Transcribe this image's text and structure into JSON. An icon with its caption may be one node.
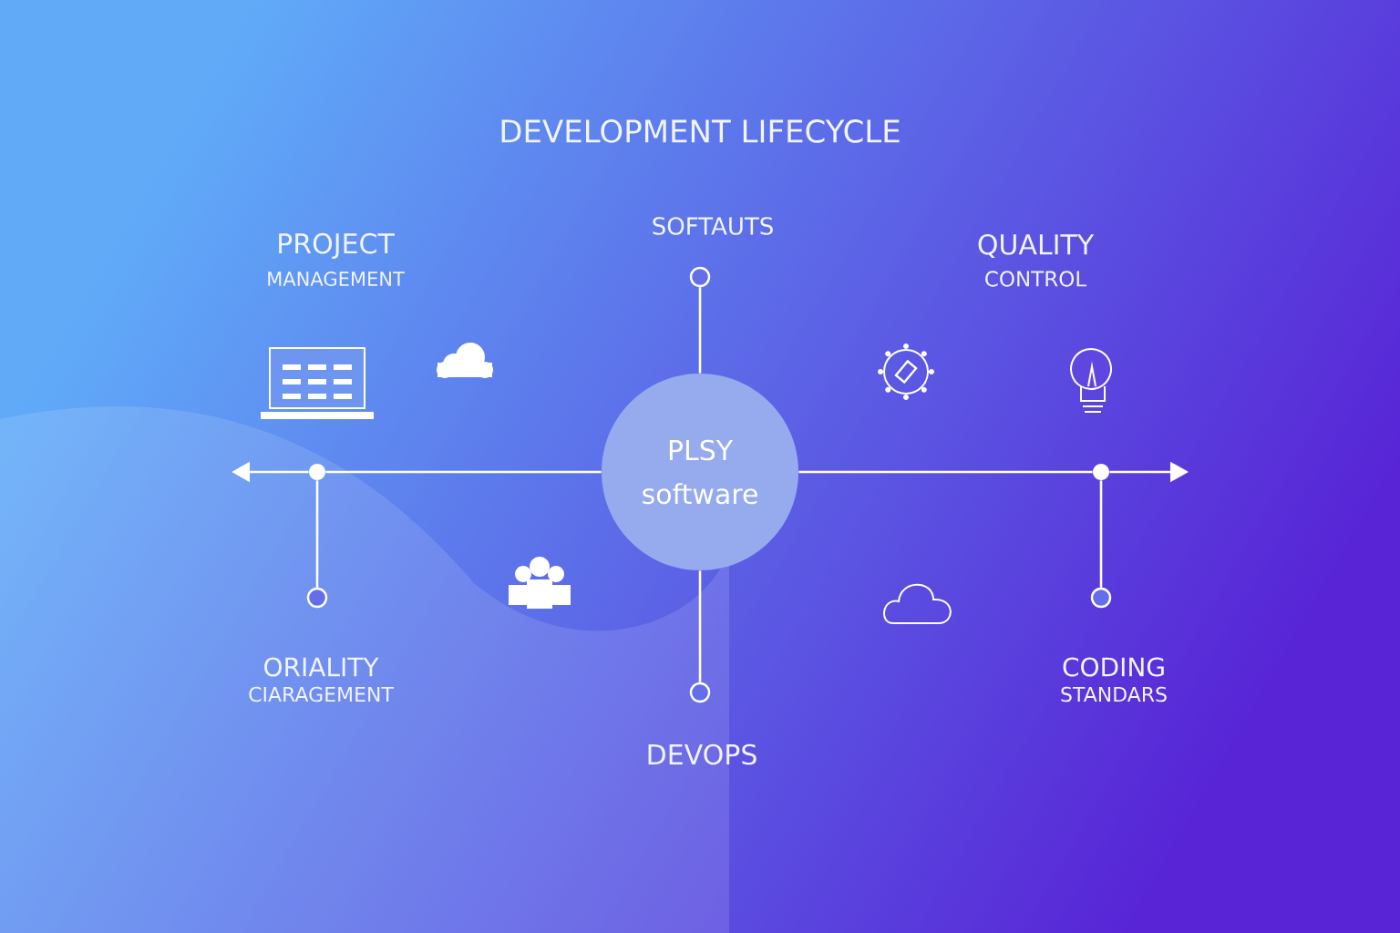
{
  "diagram": {
    "title": "DEVELOPMENT LIFECYCLE",
    "nodes": [
      {
        "text": [
          "PLSY software"
        ]
      },
      {
        "text": [],
        "shape": "circle"
      },
      {
        "text": [],
        "shape": "circle"
      },
      {
        "text": [],
        "shape": "circle"
      },
      {
        "text": [],
        "shape": "circle"
      },
      {
        "text": [],
        "shape": "circle"
      },
      {
        "text": [],
        "shape": "circle"
      }
    ],
    "edges": [
      {
        "from": 0,
        "to": 1,
        "arrow": "none"
      },
      {
        "from": 0,
        "to": 2,
        "arrow": "none"
      },
      {
        "from": 0,
        "to": 3,
        "arrow": "none"
      },
      {
        "from": 3,
        "to": null,
        "arrow": "to"
      },
      {
        "from": 3,
        "to": 4,
        "arrow": "none"
      },
      {
        "from": 0,
        "to": 5,
        "arrow": "none"
      },
      {
        "from": 5,
        "to": null,
        "arrow": "to"
      },
      {
        "from": 5,
        "to": 6,
        "arrow": "none"
      }
    ],
    "labels": [
      "PROJECT",
      "MANAGEMENT",
      "SOFTAUTS",
      "QUALITY",
      "CONTROL",
      "ORIALITY",
      "CIARAGEMENT",
      "CODING",
      "STANDARS",
      "DEVOPS"
    ]
  }
}
